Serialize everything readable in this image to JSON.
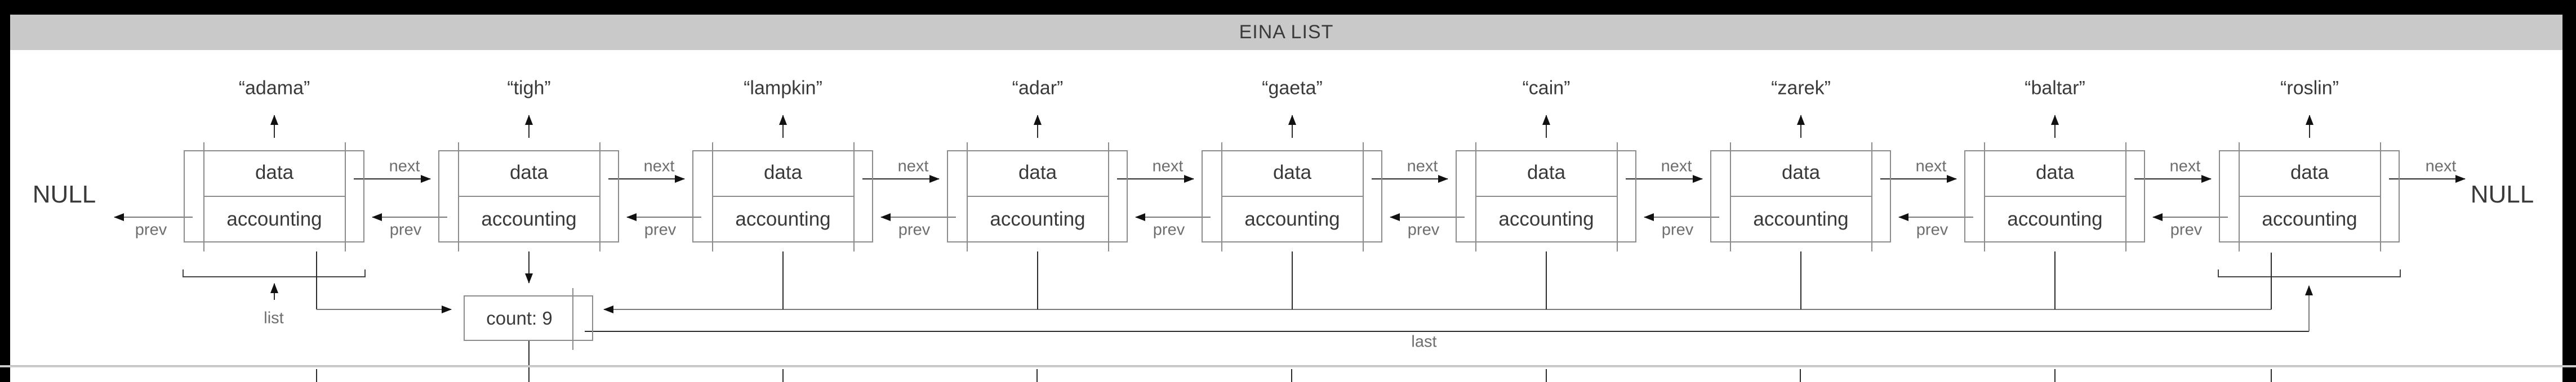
{
  "title_bar": {
    "title": "EINA LIST"
  },
  "terminals": {
    "left": "NULL",
    "right": "NULL"
  },
  "nodes": [
    {
      "name": "“adama”"
    },
    {
      "name": "“tigh”"
    },
    {
      "name": "“lampkin”"
    },
    {
      "name": "“adar”"
    },
    {
      "name": "“gaeta”"
    },
    {
      "name": "“cain”"
    },
    {
      "name": "“zarek”"
    },
    {
      "name": "“baltar”"
    },
    {
      "name": "“roslin”"
    }
  ],
  "node_fields": {
    "top": "data",
    "bottom": "accounting"
  },
  "pointer_labels": {
    "next": "next",
    "prev": "prev",
    "list": "list",
    "last": "last"
  },
  "count_box": {
    "text": "count: 9"
  },
  "colors": {
    "frame": "#000000",
    "titlebar_bg": "#c9c9c9",
    "canvas_bg": "#ffffff",
    "border_gray": "#8c8c8c",
    "line_gray": "#7a7a7a",
    "line_dark": "#2b2b2b",
    "bracket": "#444444",
    "text_dark": "#3a3a3a",
    "text_gray": "#6e6e6e",
    "arrowhead": "#111111",
    "groove": "#cccccc"
  }
}
